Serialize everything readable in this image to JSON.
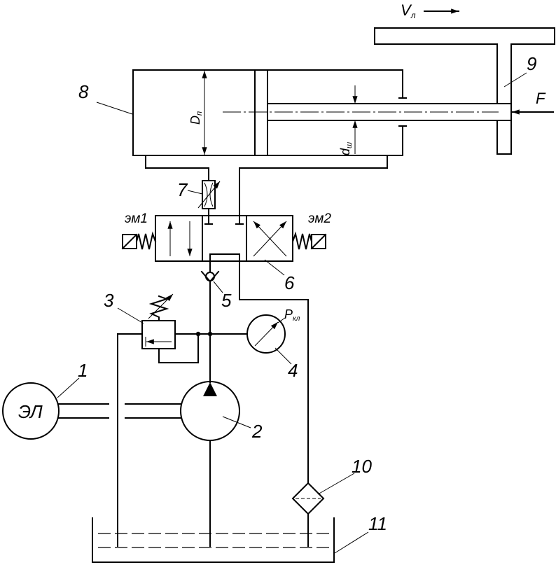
{
  "labels": {
    "velocity": {
      "symbol": "V",
      "subscript": "л"
    },
    "force": "F",
    "piston_diameter": {
      "symbol": "D",
      "subscript": "п"
    },
    "rod_diameter": {
      "symbol": "d",
      "subscript": "ш"
    },
    "relief_pressure": {
      "symbol": "P",
      "subscript": "кл"
    },
    "solenoid_left": "эм1",
    "solenoid_right": "эм2",
    "motor_mark": "ЭЛ"
  },
  "callouts": {
    "electric_motor": "1",
    "pump": "2",
    "relief_valve": "3",
    "pressure_gauge": "4",
    "check_valve": "5",
    "directional_valve": "6",
    "throttle": "7",
    "cylinder": "8",
    "load": "9",
    "filter": "10",
    "tank": "11"
  },
  "colors": {
    "ink": "#000000",
    "paper": "#ffffff"
  }
}
